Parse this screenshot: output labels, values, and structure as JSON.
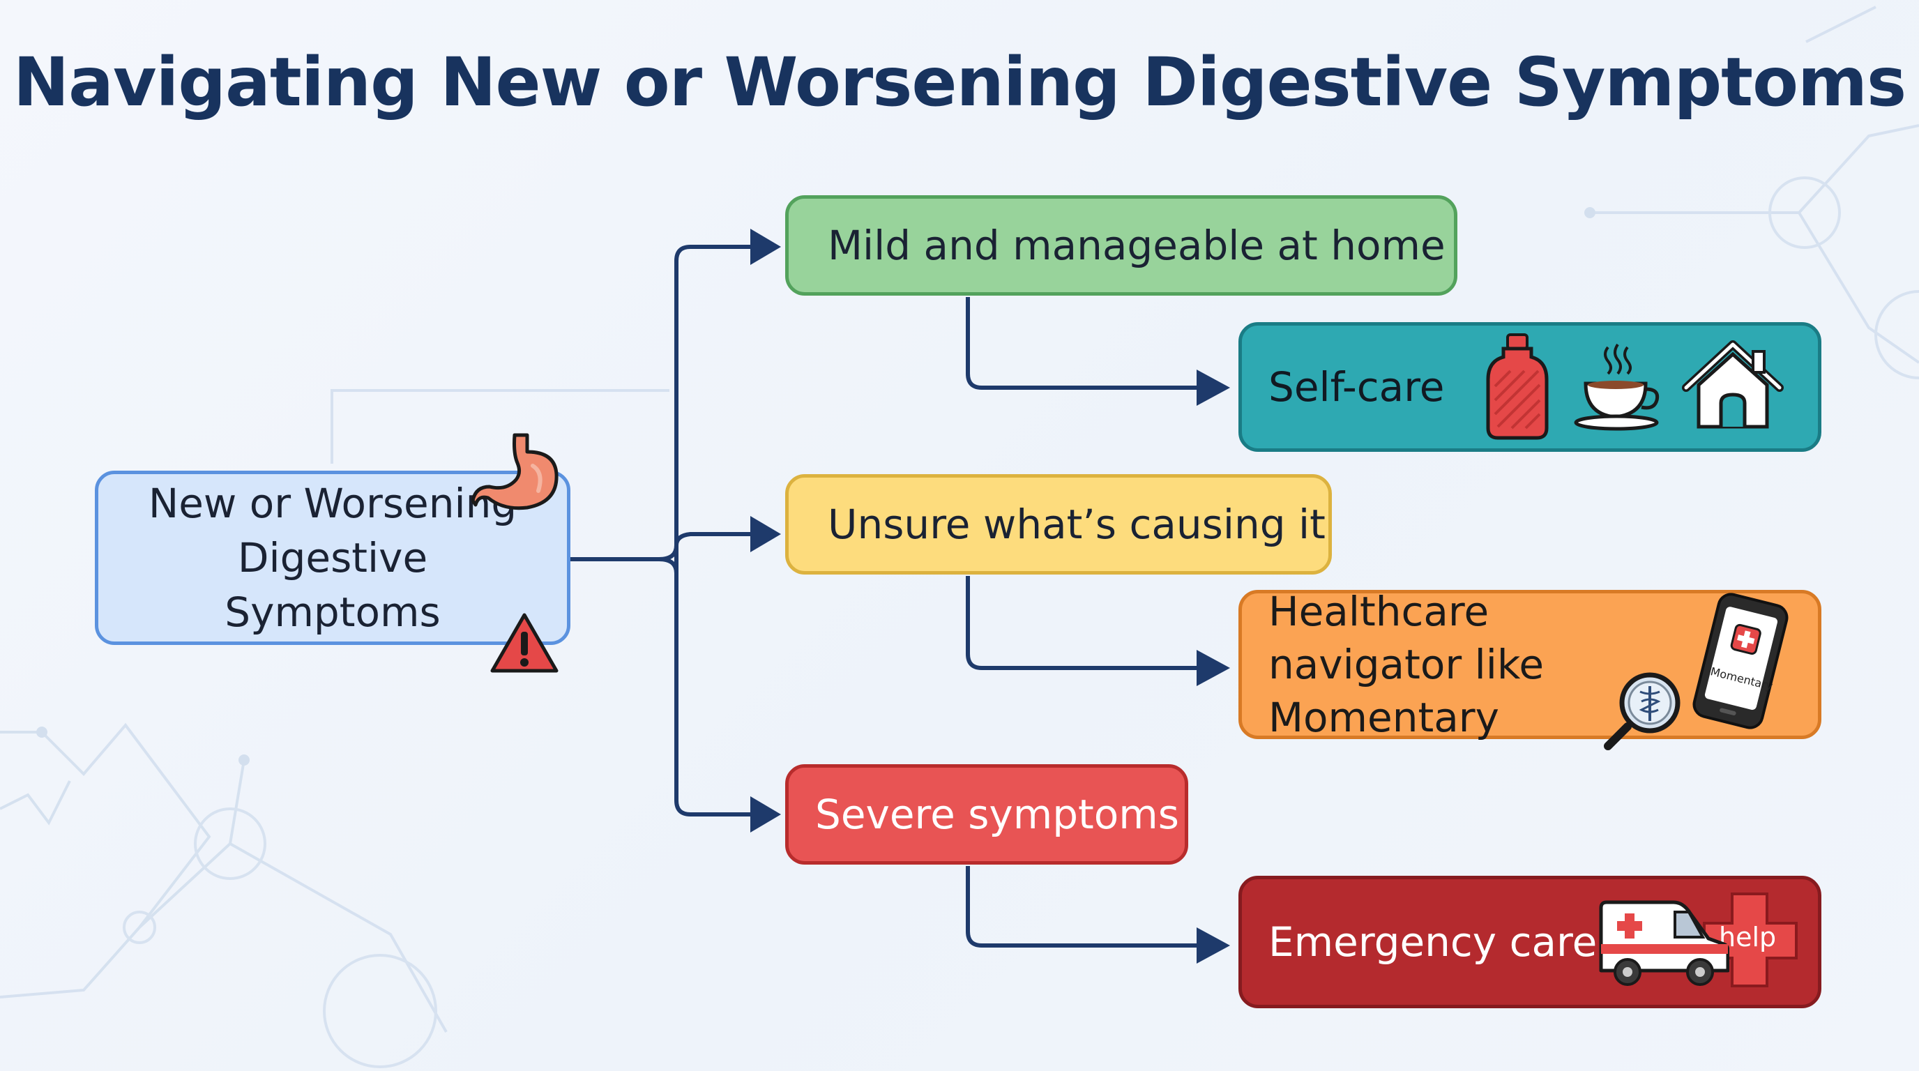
{
  "title": "Navigating New or Worsening Digestive Symptoms",
  "root": {
    "label": "New or Worsening Digestive Symptoms"
  },
  "branches": [
    {
      "condition": "Mild and manageable at home",
      "outcome": "Self-care",
      "condition_color": "#98d39b",
      "outcome_color": "#2ea9b2",
      "icons": [
        "hot-water-bottle-icon",
        "tea-cup-icon",
        "house-icon"
      ]
    },
    {
      "condition": "Unsure what’s causing it",
      "outcome": "Healthcare navigator like Momentary",
      "condition_color": "#fddc7d",
      "outcome_color": "#fba353",
      "icons": [
        "magnifier-caduceus-icon",
        "phone-medical-icon"
      ],
      "phone_label": "Momentary"
    },
    {
      "condition": "Severe symptoms",
      "outcome": "Emergency care",
      "condition_color": "#e85454",
      "outcome_color": "#b42a2e",
      "icons": [
        "ambulance-icon",
        "help-cross-icon"
      ],
      "help_label": "help"
    }
  ],
  "colors": {
    "title": "#18335e",
    "connector": "#1e3a6b",
    "root_fill": "#d6e6fb",
    "root_border": "#5b92df"
  },
  "root_icons": [
    "stomach-icon",
    "warning-icon"
  ]
}
